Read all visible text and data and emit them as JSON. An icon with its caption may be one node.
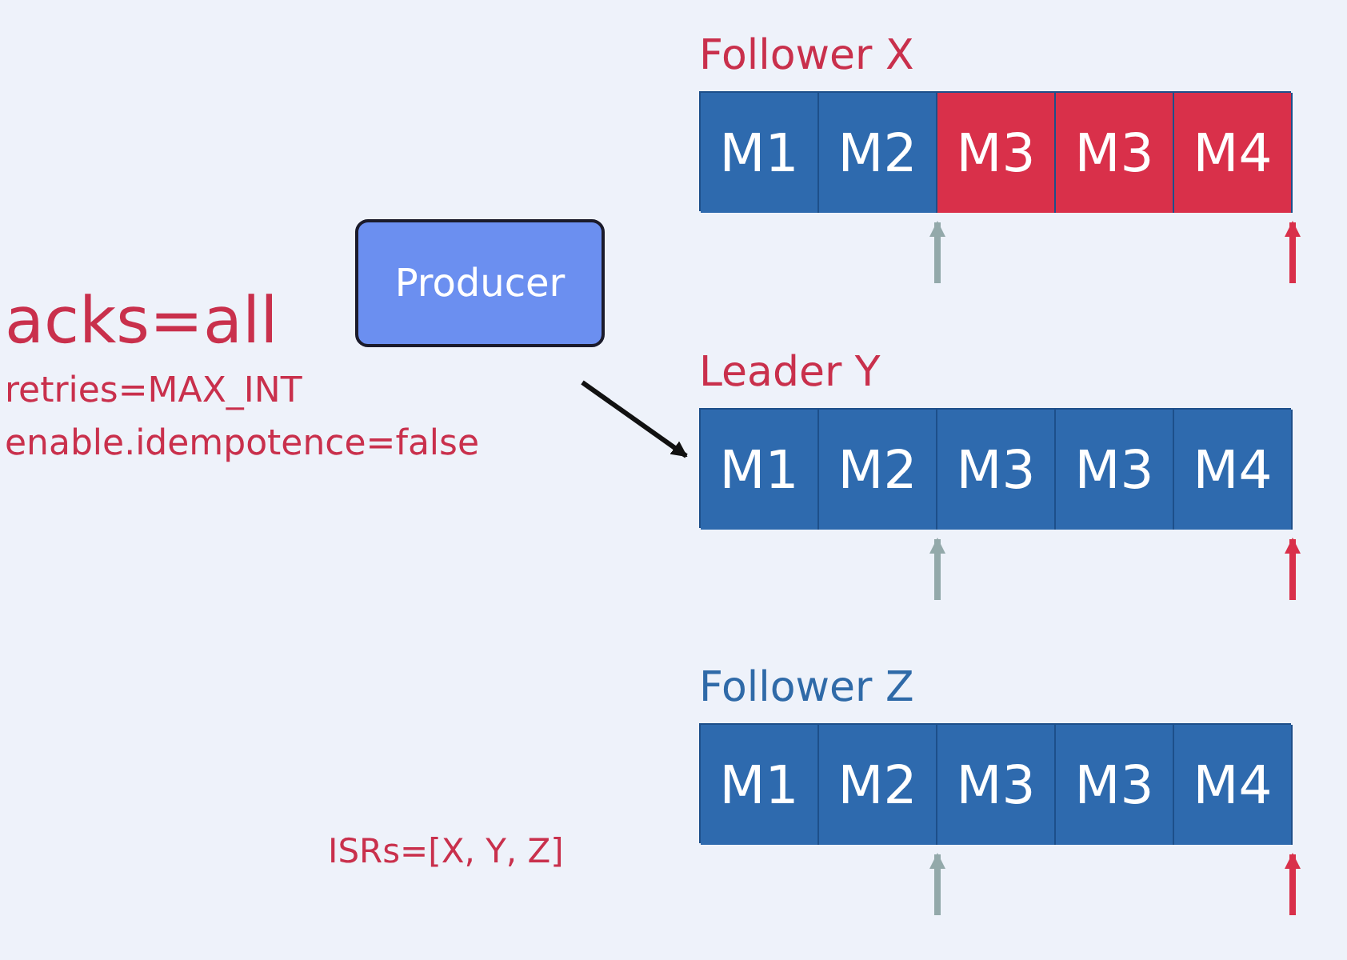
{
  "diagram": {
    "nodes": [
      {
        "text": [
          "Producer"
        ]
      },
      {
        "text": [
          "Follower X"
        ]
      },
      {
        "text": [
          "M1"
        ],
        "in": 1
      },
      {
        "text": [
          "M2"
        ],
        "in": 1
      },
      {
        "text": [
          "M3"
        ],
        "in": 1
      },
      {
        "text": [
          "M3"
        ],
        "in": 1
      },
      {
        "text": [
          "M4"
        ],
        "in": 1
      },
      {
        "text": [
          "Leader Y"
        ]
      },
      {
        "text": [
          "M1"
        ],
        "in": 7
      },
      {
        "text": [
          "M2"
        ],
        "in": 7
      },
      {
        "text": [
          "M3"
        ],
        "in": 7
      },
      {
        "text": [
          "M3"
        ],
        "in": 7
      },
      {
        "text": [
          "M4"
        ],
        "in": 7
      },
      {
        "text": [
          "Follower Z"
        ]
      },
      {
        "text": [
          "M1"
        ],
        "in": 13
      },
      {
        "text": [
          "M2"
        ],
        "in": 13
      },
      {
        "text": [
          "M3"
        ],
        "in": 13
      },
      {
        "text": [
          "M3"
        ],
        "in": 13
      },
      {
        "text": [
          "M4"
        ],
        "in": 13
      }
    ],
    "edges": [
      {
        "from": 0,
        "to": 7,
        "arrow": "to",
        "color": "#111111"
      },
      {
        "from": null,
        "to": 3,
        "arrow": "to",
        "color": "#93a9aa"
      },
      {
        "from": null,
        "to": 6,
        "arrow": "to",
        "color": "#d9304a"
      },
      {
        "from": null,
        "to": 9,
        "arrow": "to",
        "color": "#93a9aa"
      },
      {
        "from": null,
        "to": 12,
        "arrow": "to",
        "color": "#d9304a"
      },
      {
        "from": null,
        "to": 15,
        "arrow": "to",
        "color": "#93a9aa"
      },
      {
        "from": null,
        "to": 18,
        "arrow": "to",
        "color": "#d9304a"
      }
    ],
    "labels": [
      "acks=all",
      "retries=MAX_INT",
      "enable.idempotence=false",
      "ISRs=[X, Y, Z]"
    ]
  }
}
